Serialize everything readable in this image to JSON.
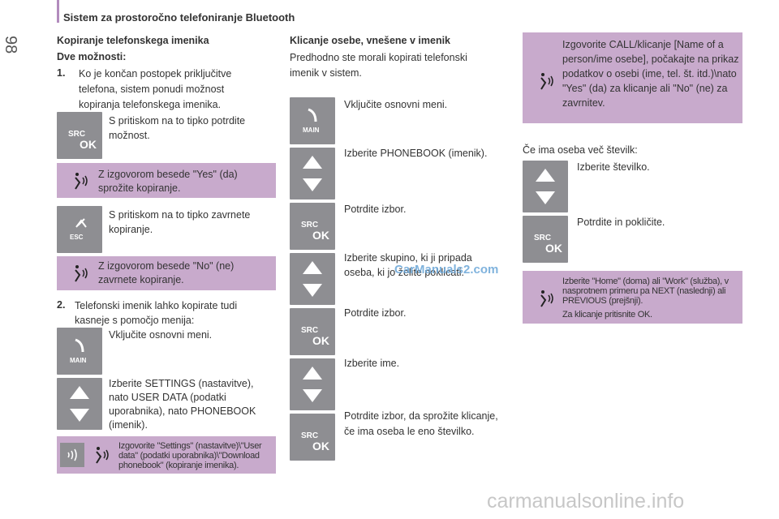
{
  "header": {
    "title": "Sistem za prostoročno telefoniranje Bluetooth",
    "page_number": "98"
  },
  "col1": {
    "heading": "Kopiranje telefonskega imenika",
    "subheading": "Dve možnosti:",
    "item1_num": "1.",
    "item1_text": "Ko je končan postopek priključitve telefona, sistem ponudi možnost kopiranja telefonskega imenika.",
    "step_src_text": "S pritiskom na to tipko potrdite možnost.",
    "voice_yes": "Z izgovorom besede \"Yes\" (da) sprožite kopiranje.",
    "step_esc_text": "S pritiskom na to tipko zavrnete kopiranje.",
    "voice_no": "Z izgovorom besede \"No\" (ne) zavrnete kopiranje.",
    "item2_num": "2.",
    "item2_text": "Telefonski imenik lahko kopirate tudi kasneje s pomočjo menija:",
    "step_main_text": "Vključite osnovni meni.",
    "step_arrows_text": "Izberite SETTINGS (nastavitve), nato USER DATA (podatki uporabnika), nato PHONEBOOK (imenik).",
    "voice_settings": "Izgovorite \"Settings\" (nastavitve)\\\"User data\" (podatki uporabnika)\\\"Download phonebook\" (kopiranje imenika)."
  },
  "col2": {
    "heading": "Klicanje osebe, vnešene v imenik",
    "intro": "Predhodno ste morali kopirati telefonski imenik v sistem.",
    "steps": [
      "Vključite osnovni meni.",
      "Izberite PHONEBOOK (imenik).",
      "Potrdite izbor.",
      "Izberite skupino, ki ji pripada oseba, ki jo želite poklicati.",
      "Potrdite izbor.",
      "Izberite ime.",
      "Potrdite izbor, da sprožite klicanje, če ima oseba le eno številko."
    ]
  },
  "col3": {
    "voice_call": "Izgovorite CALL/klicanje [Name of a person/ime osebe], počakajte na prikaz podatkov o osebi (ime, tel. št. itd.)\\nato \"Yes\" (da) za klicanje ali \"No\" (ne) za zavrnitev.",
    "multi_numbers": "Če ima oseba več številk:",
    "step_select": "Izberite številko.",
    "step_confirm": "Potrdite in pokličite.",
    "voice_home_1": "Izberite \"Home\" (doma) ali \"Work\" (služba), v nasprotnem primeru pa NEXT (naslednji) ali PREVIOUS (prejšnji).",
    "voice_home_2": "Za klicanje pritisnite OK."
  },
  "buttons": {
    "src": "SRC",
    "ok": "OK",
    "main": "MAIN",
    "esc": "ESC"
  },
  "watermark": "CarManuals2.com",
  "footer": "carmanualsonline.info",
  "colors": {
    "button_grey": "#8e8e92",
    "voice_purple": "#c8aacc",
    "header_bar": "#b28bbd"
  }
}
